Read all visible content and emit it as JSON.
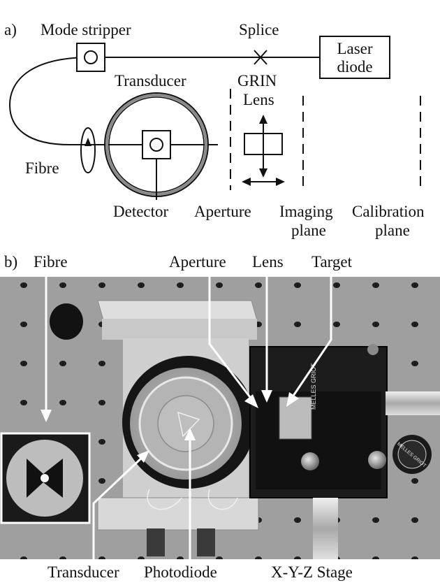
{
  "panel_a": {
    "panel_label": "a)",
    "labels": {
      "mode_stripper": "Mode stripper",
      "splice": "Splice",
      "laser_diode_line1": "Laser",
      "laser_diode_line2": "diode",
      "transducer": "Transducer",
      "grin_line1": "GRIN",
      "grin_line2": "Lens",
      "fibre": "Fibre",
      "detector": "Detector",
      "aperture": "Aperture",
      "imaging_line1": "Imaging",
      "imaging_line2": "plane",
      "calibration_line1": "Calibration",
      "calibration_line2": "plane"
    }
  },
  "panel_b": {
    "panel_label": "b)",
    "labels": {
      "fibre": "Fibre",
      "aperture": "Aperture",
      "lens": "Lens",
      "target": "Target",
      "transducer": "Transducer",
      "photodiode": "Photodiode",
      "xyz_stage": "X-Y-Z Stage"
    },
    "stage_brand": "MELLES GRIOT",
    "knob_brand": "MELLES GRIOT"
  }
}
